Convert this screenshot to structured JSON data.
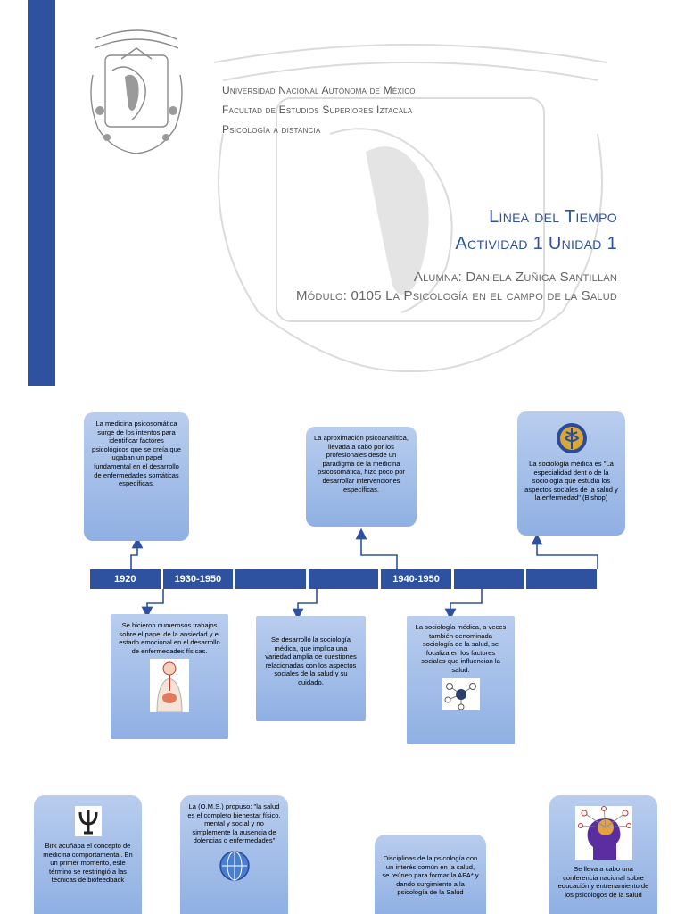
{
  "cover": {
    "university": "Universidad Nacional Autónoma de México",
    "faculty": "Facultad de Estudios Superiores Iztacala",
    "program": "Psicología a distancia",
    "title_line1": "Línea del Tiempo",
    "title_line2": "Actividad 1 Unidad 1",
    "student": "Alumna: Daniela Zuñiga Santillan",
    "module": "Módulo: 0105 La Psicología en el campo de la Salud"
  },
  "timeline": {
    "segments": [
      "1920",
      "1930-1950",
      "",
      "",
      "1940-1950",
      "",
      ""
    ],
    "events": {
      "b1": "La medicina psicosomática surge de los intentos para identificar factores psicológicos que se creía que jugaban un papel fundamental en el desarrollo de enfermedades somáticas específicas.",
      "b2": "La aproximación psicoanalítica, llevada a cabo por los profesionales desde un paradigma de la medicina psicosomática, hizo poco por desarrollar intervenciones específicas.",
      "b3": "La sociología médica es \"La especialidad dent o de la sociología que estudia los aspectos sociales de la salud y la enfermedad\" (Bishop)",
      "b4": "Se hicieron numerosos trabajos sobre el papel de la ansiedad y el estado emocional en el desarrollo de enfermedades físicas.",
      "b5": "Se desarrolló la sociología médica, que implica una variedad amplia de cuestiones relacionadas con los aspectos sociales de la salud y su cuidado.",
      "b6": "La sociología médica, a veces también denominada sociología de la salud, se focaliza en los factores sociales que influencian la salud.",
      "b7": "Birk acuñaba el concepto de medicina comportamental. En un primer momento, este término se restringió a las técnicas de biofeedback",
      "b8": "La (O.M.S.) propuso: \"la salud es el completo bienestar físico, mental y social y no simplemente la ausencia de dolencias o enfermedades\"",
      "b9": "Disciplinas de la psicología con un interés común en la salud, se reúnen para formar la APA* y dando surgimiento a la psicología de la Salud",
      "b10": "Se lleva a cabo una conferencia nacional sobre educación y entrenamiento de los psicólogos de la salud"
    }
  },
  "colors": {
    "accent": "#2f52a0",
    "box_top": "#b9cdee",
    "box_bottom": "#8fb0e3"
  }
}
